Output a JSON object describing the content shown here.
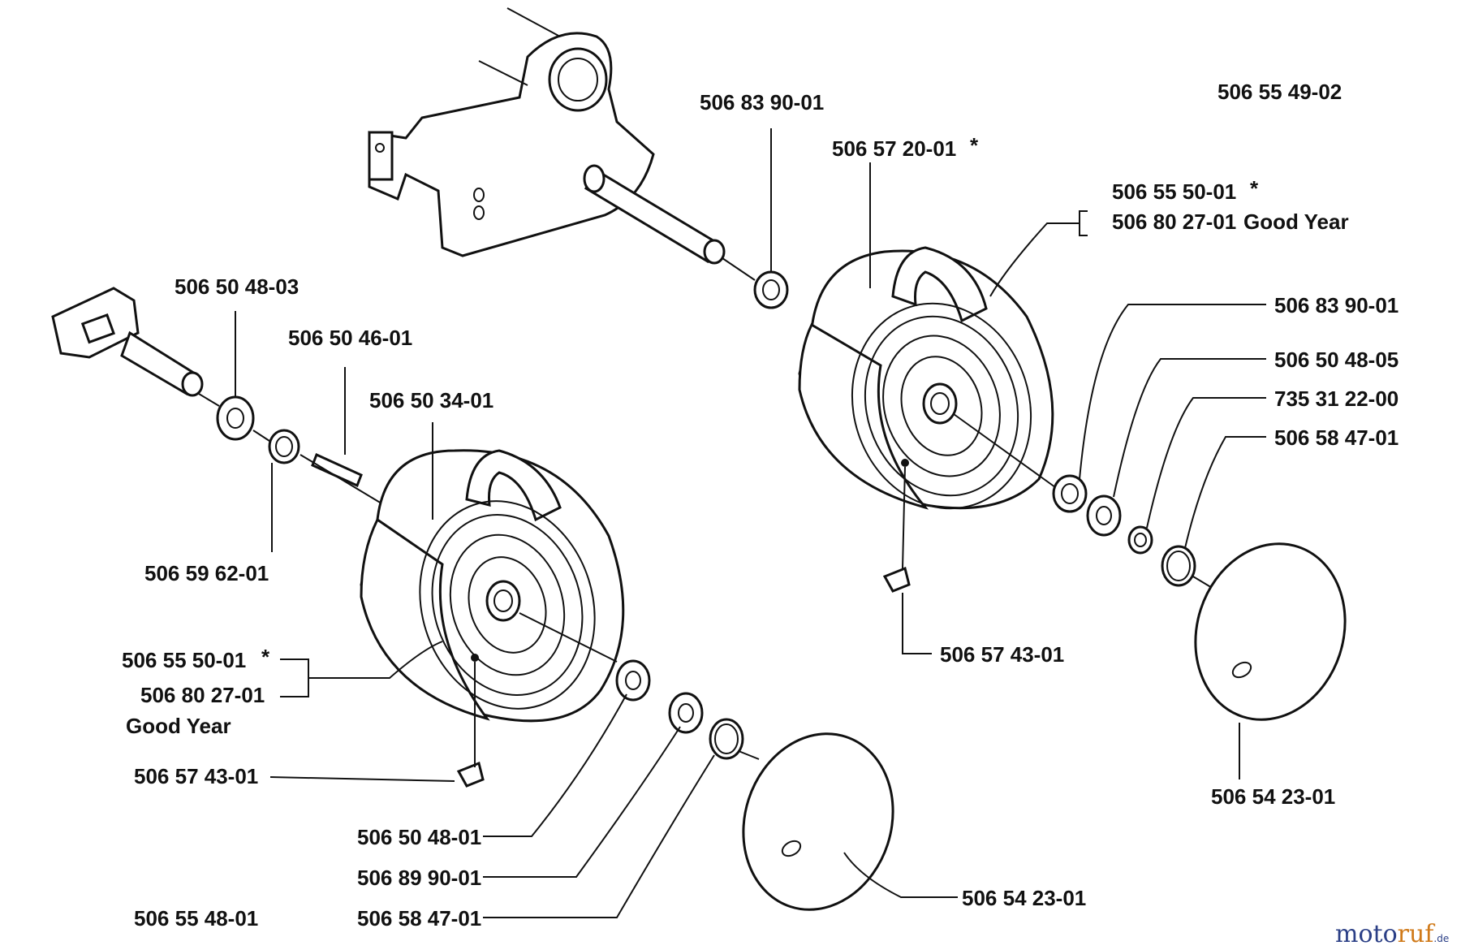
{
  "parts": {
    "p_506839001_top": "506 83 90-01",
    "p_506554902": "506 55 49-02",
    "p_506572001": "506 57 20-01",
    "p_506572001_star": "*",
    "p_506555001_r": "506 55 50-01",
    "p_506555001_r_star": "*",
    "p_506802701_r": "506 80 27-01",
    "p_goodyear_r": "Good Year",
    "p_506839001_r": "506 83 90-01",
    "p_506504805": "506 50 48-05",
    "p_735312200": "735 31 22-00",
    "p_506584701_r": "506 58 47-01",
    "p_506574301_r": "506 57 43-01",
    "p_506542301_r": "506 54 23-01",
    "p_506504803": "506 50 48-03",
    "p_506504601": "506 50 46-01",
    "p_506503401": "506 50 34-01",
    "p_506596201": "506 59 62-01",
    "p_506555001_l": "506 55 50-01",
    "p_506555001_l_star": "*",
    "p_506802701_l": "506 80 27-01",
    "p_goodyear_l": "Good Year",
    "p_506574301_l": "506 57 43-01",
    "p_506504801": "506 50 48-01",
    "p_506899001": "506 89 90-01",
    "p_506584701_l": "506 58 47-01",
    "p_506542301_l": "506 54 23-01",
    "p_506554801": "506 55 48-01"
  },
  "watermark": {
    "part1": "moto",
    "part2": "ruf",
    "part3": ".de"
  }
}
